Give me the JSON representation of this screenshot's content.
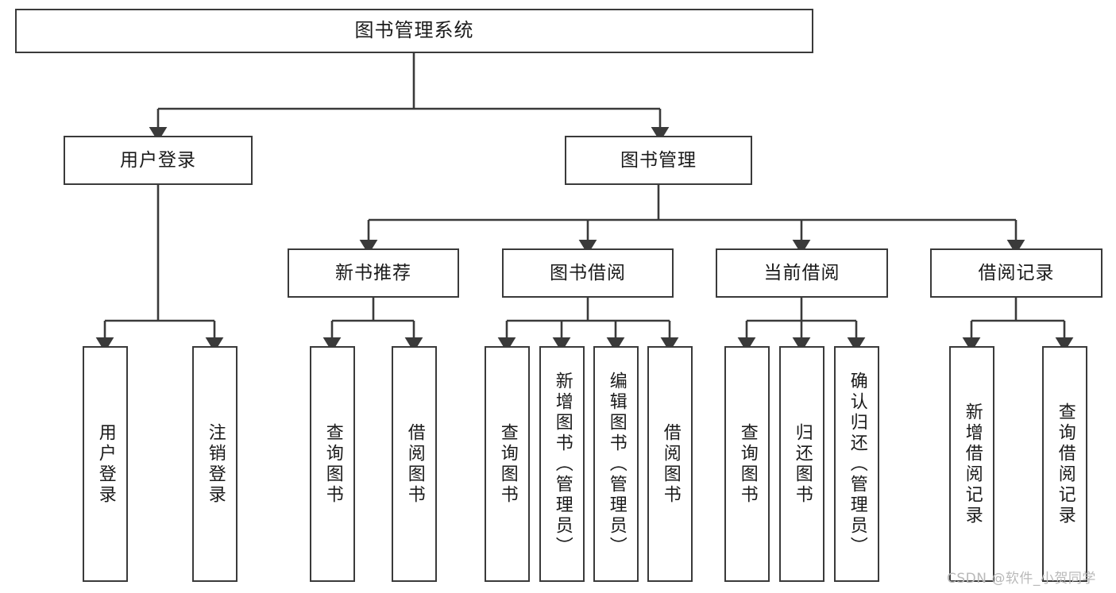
{
  "diagram": {
    "type": "tree",
    "title": "图书管理系统",
    "orientation": "top-down",
    "line_color": "#3a3a3a",
    "box_fill": "#ffffff",
    "text_color": "#1a1a1a",
    "watermark": "CSDN @软件_小贺同学"
  },
  "nodes": {
    "root": {
      "label": "图书管理系统"
    },
    "level2": [
      {
        "label": "用户登录"
      },
      {
        "label": "图书管理"
      }
    ],
    "level3": [
      {
        "label": "新书推荐"
      },
      {
        "label": "图书借阅"
      },
      {
        "label": "当前借阅"
      },
      {
        "label": "借阅记录"
      }
    ],
    "leaves": {
      "user_login": [
        {
          "label": "用户登录"
        },
        {
          "label": "注销登录"
        }
      ],
      "new_book_recommend": [
        {
          "label": "查询图书"
        },
        {
          "label": "借阅图书"
        }
      ],
      "book_borrow": [
        {
          "label": "查询图书"
        },
        {
          "label": "新增图书（管理员）"
        },
        {
          "label": "编辑图书（管理员）"
        },
        {
          "label": "借阅图书"
        }
      ],
      "current_borrow": [
        {
          "label": "查询图书"
        },
        {
          "label": "归还图书"
        },
        {
          "label": "确认归还（管理员）"
        }
      ],
      "borrow_record": [
        {
          "label": "新增借阅记录"
        },
        {
          "label": "查询借阅记录"
        }
      ]
    }
  }
}
